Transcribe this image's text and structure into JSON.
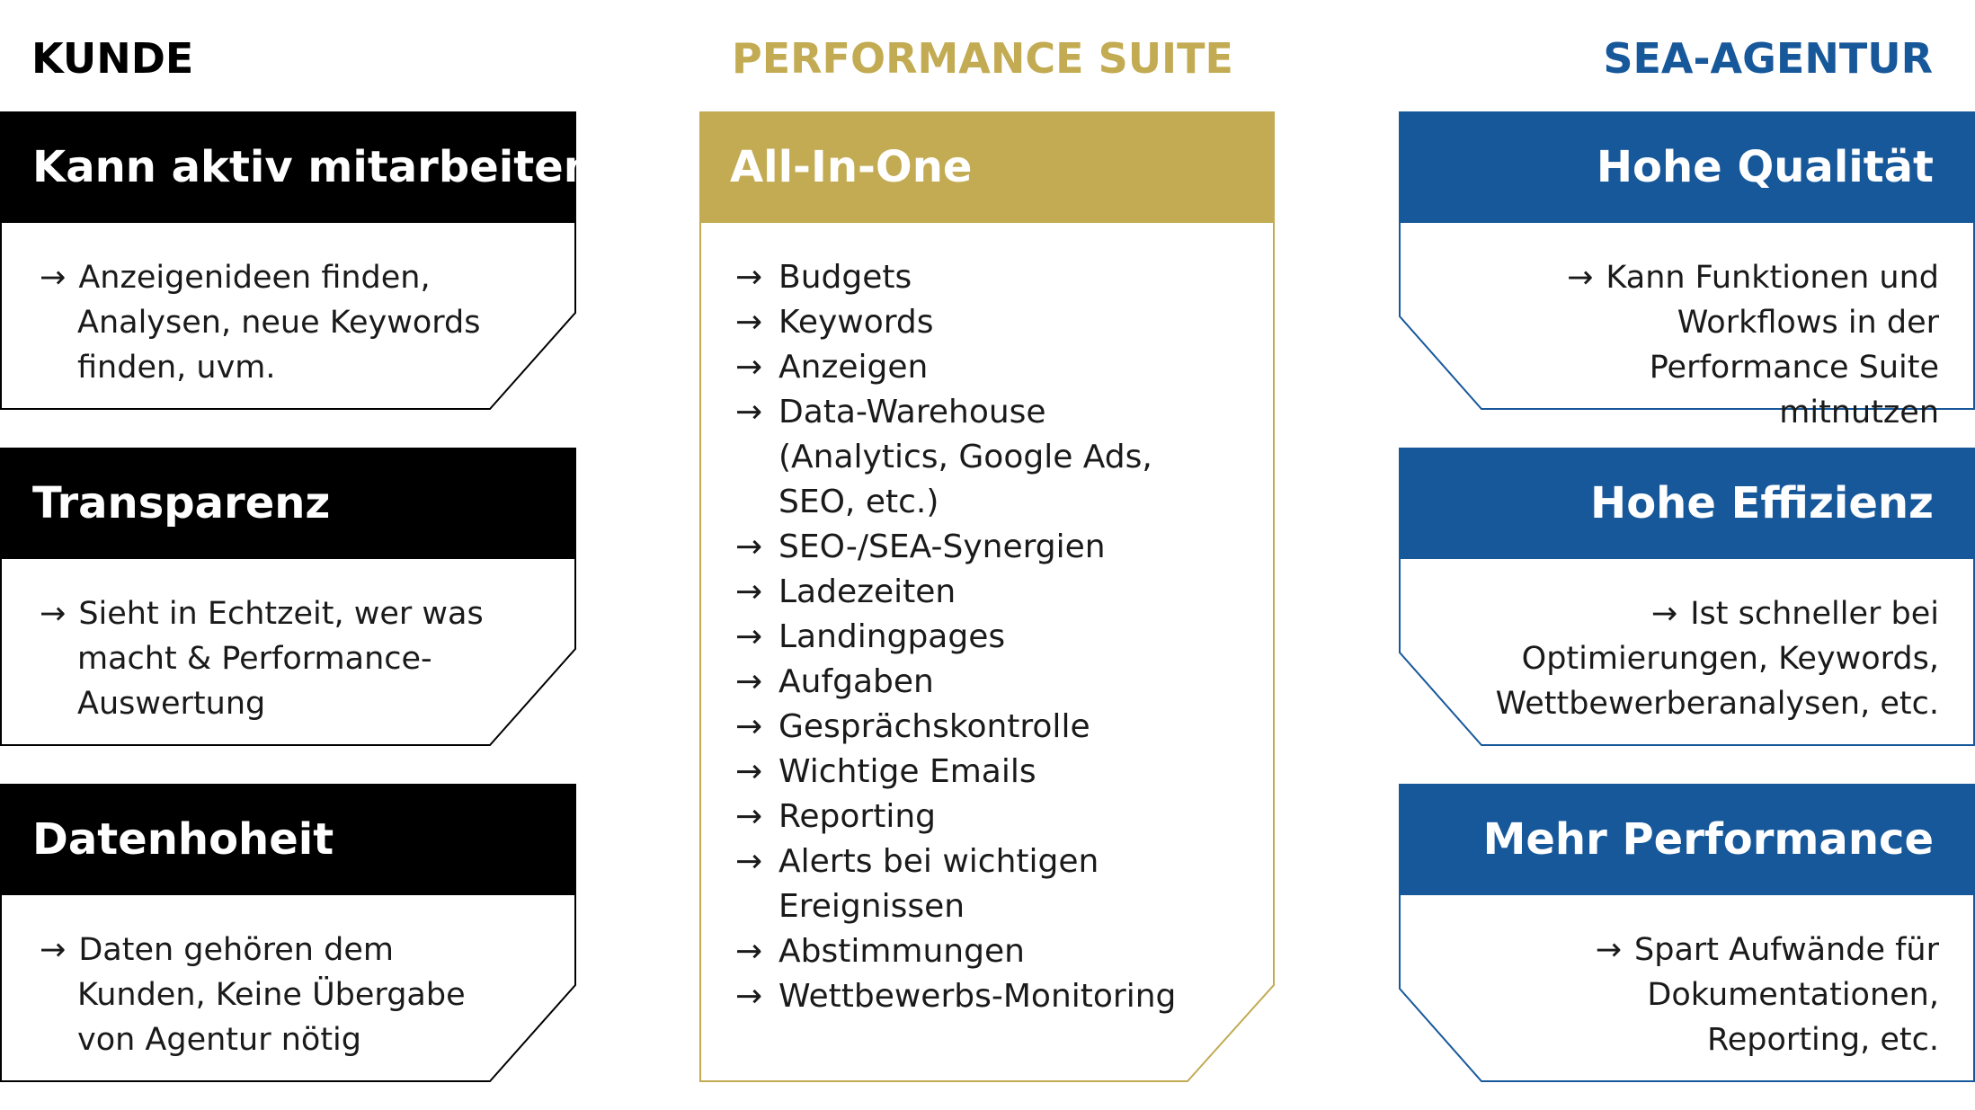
{
  "columns": {
    "kunde": "KUNDE",
    "suite": "PERFORMANCE SUITE",
    "agentur": "SEA-AGENTUR"
  },
  "colors": {
    "black": "#000000",
    "gold": "#c2ab52",
    "blue": "#17589a"
  },
  "arrow_symbol": "→",
  "kunde": [
    {
      "title": "Kann aktiv mitarbeiten",
      "text": "Anzeigenideen finden, Analysen, neue Keywords finden, uvm."
    },
    {
      "title": "Transparenz",
      "text": "Sieht in Echtzeit, wer was macht & Performance-Auswertung"
    },
    {
      "title": "Datenhoheit",
      "text": "Daten gehören dem Kunden, Keine Übergabe von Agentur nötig"
    }
  ],
  "suite": {
    "title": "All-In-One",
    "items": [
      "Budgets",
      "Keywords",
      "Anzeigen",
      "Data-Warehouse (Analytics, Google Ads, SEO, etc.)",
      "SEO-/SEA-Synergien",
      "Ladezeiten",
      "Landingpages",
      "Aufgaben",
      "Gesprächskontrolle",
      "Wichtige Emails",
      "Reporting",
      "Alerts bei wichtigen Ereignissen",
      "Abstimmungen",
      "Wettbewerbs-Monitoring"
    ]
  },
  "agentur": [
    {
      "title": "Hohe Qualität",
      "text": "Kann Funktionen und Workflows in der Performance Suite mitnutzen"
    },
    {
      "title": "Hohe Effizienz",
      "text": "Ist schneller bei Optimierungen, Keywords, Wettbewerberanalysen, etc."
    },
    {
      "title": "Mehr Performance",
      "text": "Spart Aufwände für Dokumentationen, Reporting, etc."
    }
  ]
}
